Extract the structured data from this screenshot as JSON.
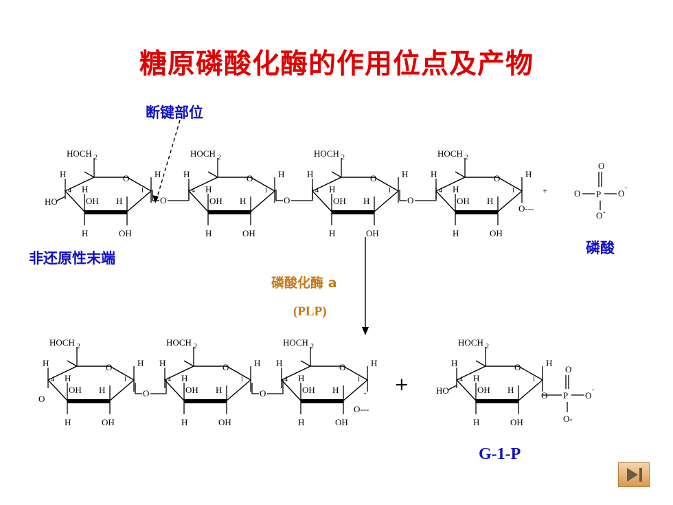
{
  "title": "糖原磷酸化酶的作用位点及产物",
  "labels": {
    "cleavage_site": "断键部位",
    "non_reducing_end": "非还原性末端",
    "phosphate": "磷酸",
    "enzyme": "磷酸化酶 a",
    "cofactor": "(PLP)",
    "plus": "+",
    "product": "G-1-P"
  },
  "chem": {
    "hoch2": "HOCH",
    "sub2": "2",
    "h": "H",
    "oh": "OH",
    "ho": "HO",
    "o": "O",
    "p": "P",
    "c1": "1",
    "c4": "4",
    "o_chain": "O---",
    "o_minus": "O-",
    "minus": "-",
    "plus_small": "+"
  },
  "colors": {
    "title": "#e00000",
    "blue_label": "#1010c8",
    "orange_label": "#c47a1a"
  },
  "nav": {
    "icon": "next-slide-icon"
  }
}
